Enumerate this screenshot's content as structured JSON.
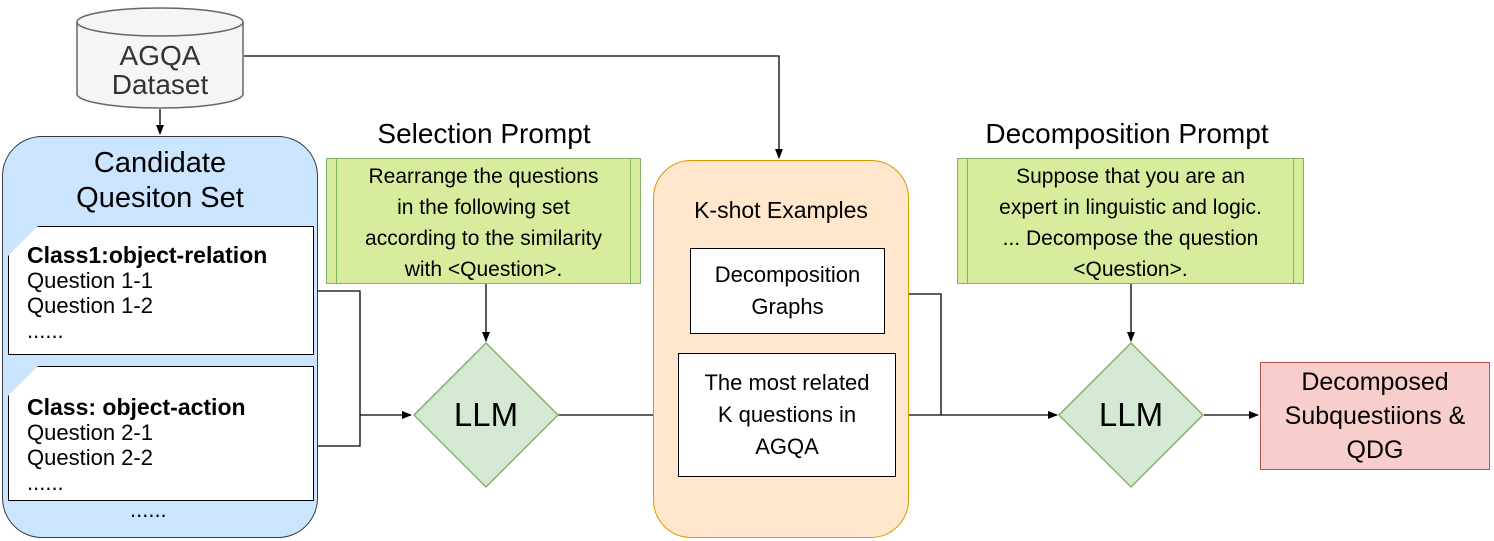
{
  "dataset": {
    "line1": "AGQA",
    "line2": "Dataset"
  },
  "candidate_set": {
    "title_line1": "Candidate",
    "title_line2": "Quesiton Set",
    "class1": {
      "title": "Class1:object-relation",
      "q1": "Question 1-1",
      "q2": "Question 1-2",
      "more": "......"
    },
    "class2": {
      "title": "Class: object-action",
      "q1": "Question 2-1",
      "q2": "Question 2-2",
      "more": "......"
    },
    "more": "......"
  },
  "selection_prompt": {
    "label": "Selection Prompt",
    "lines": [
      "Rearrange the questions",
      "in the following set",
      "according to the similarity",
      "with <Question>."
    ]
  },
  "llm_selection": {
    "label": "LLM"
  },
  "kshot": {
    "title": "K-shot Examples",
    "graphs_line1": "Decomposition",
    "graphs_line2": "Graphs",
    "related_lines": [
      "The most related",
      "K questions in",
      "AGQA"
    ]
  },
  "decomposition_prompt": {
    "label": "Decomposition Prompt",
    "lines": [
      "Suppose that you are an",
      "expert in linguistic and logic.",
      "... Decompose the question",
      "<Question>."
    ]
  },
  "llm_decomposition": {
    "label": "LLM"
  },
  "output": {
    "lines": [
      "Decomposed",
      "Subquestiions &",
      "QDG"
    ]
  },
  "colors": {
    "candidate_fill": "#cce5ff",
    "prompt_fill": "#d7ec9c",
    "llm_fill": "#d5e8d4",
    "kshot_fill": "#ffe6cc",
    "output_fill": "#f8cecc",
    "database_fill": "#f5f5f5"
  }
}
